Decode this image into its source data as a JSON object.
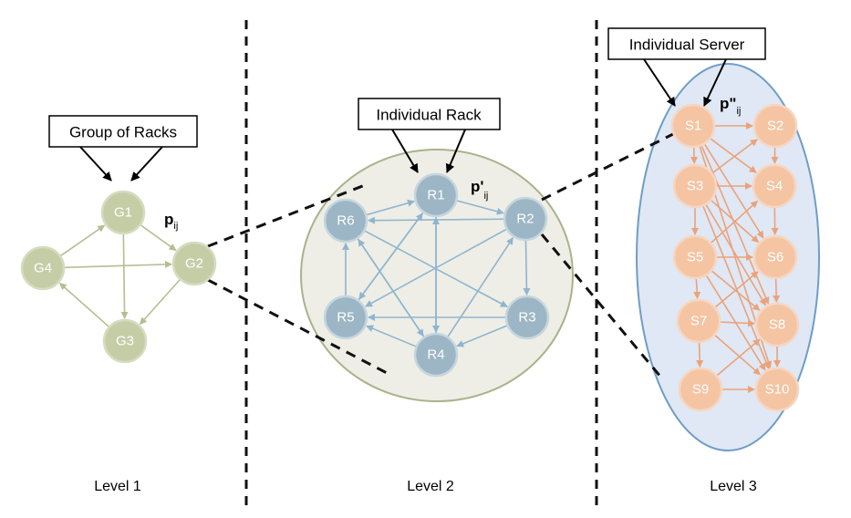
{
  "colors": {
    "level1_node_fill": "#c5cda6",
    "level1_node_stroke": "#d7dcc0",
    "level1_node_text": "#ffffff",
    "level1_edge": "#b3bf92",
    "level2_node_fill": "#9cb6c5",
    "level2_node_stroke": "#c6d6df",
    "level2_node_text": "#ffffff",
    "level2_edge": "#8fb5cf",
    "level2_ellipse_fill": "#eeeee6",
    "level2_ellipse_stroke": "#a9b38a",
    "level3_node_fill": "#f4c4a3",
    "level3_node_stroke": "#f6d6c1",
    "level3_node_text": "#ffffff",
    "level3_edge": "#eba27b",
    "level3_ellipse_fill": "#dfe8f4",
    "level3_ellipse_stroke": "#6f9dc6",
    "divider": "#111111"
  },
  "levels": [
    {
      "label": "Level 1"
    },
    {
      "label": "Level 2"
    },
    {
      "label": "Level 3"
    }
  ],
  "callouts": {
    "group_of_racks": "Group of Racks",
    "individual_rack": "Individual Rack",
    "individual_server": "Individual Server"
  },
  "edge_labels": {
    "level1": {
      "main": "p",
      "sub": "ij"
    },
    "level2": {
      "main": "p'",
      "sub": "ij"
    },
    "level3": {
      "main": "p\"",
      "sub": "ij"
    }
  },
  "level1": {
    "nodes": [
      "G1",
      "G2",
      "G3",
      "G4"
    ],
    "edges": [
      [
        "G1",
        "G2"
      ],
      [
        "G1",
        "G3"
      ],
      [
        "G4",
        "G1"
      ],
      [
        "G4",
        "G2"
      ],
      [
        "G2",
        "G3"
      ],
      [
        "G3",
        "G4"
      ]
    ]
  },
  "level2": {
    "nodes": [
      "R1",
      "R2",
      "R3",
      "R4",
      "R5",
      "R6"
    ],
    "edges": [
      [
        "R6",
        "R1"
      ],
      [
        "R1",
        "R2"
      ],
      [
        "R2",
        "R3"
      ],
      [
        "R3",
        "R4"
      ],
      [
        "R4",
        "R5"
      ],
      [
        "R5",
        "R6"
      ],
      [
        "R2",
        "R6"
      ],
      [
        "R6",
        "R3"
      ],
      [
        "R1",
        "R5"
      ],
      [
        "R1",
        "R4"
      ],
      [
        "R2",
        "R5"
      ],
      [
        "R4",
        "R2"
      ],
      [
        "R4",
        "R6"
      ],
      [
        "R6",
        "R4"
      ],
      [
        "R3",
        "R5"
      ],
      [
        "R5",
        "R1"
      ],
      [
        "R4",
        "R1"
      ]
    ]
  },
  "level3": {
    "nodes": [
      "S1",
      "S2",
      "S3",
      "S4",
      "S5",
      "S6",
      "S7",
      "S8",
      "S9",
      "S10"
    ],
    "edges": [
      [
        "S1",
        "S2"
      ],
      [
        "S1",
        "S3"
      ],
      [
        "S1",
        "S4"
      ],
      [
        "S1",
        "S6"
      ],
      [
        "S1",
        "S8"
      ],
      [
        "S1",
        "S10"
      ],
      [
        "S2",
        "S4"
      ],
      [
        "S3",
        "S2"
      ],
      [
        "S3",
        "S4"
      ],
      [
        "S3",
        "S5"
      ],
      [
        "S3",
        "S6"
      ],
      [
        "S3",
        "S8"
      ],
      [
        "S3",
        "S10"
      ],
      [
        "S4",
        "S6"
      ],
      [
        "S5",
        "S4"
      ],
      [
        "S5",
        "S6"
      ],
      [
        "S5",
        "S7"
      ],
      [
        "S5",
        "S8"
      ],
      [
        "S5",
        "S10"
      ],
      [
        "S6",
        "S8"
      ],
      [
        "S7",
        "S6"
      ],
      [
        "S7",
        "S8"
      ],
      [
        "S7",
        "S9"
      ],
      [
        "S7",
        "S10"
      ],
      [
        "S8",
        "S10"
      ],
      [
        "S9",
        "S8"
      ],
      [
        "S9",
        "S10"
      ]
    ]
  }
}
